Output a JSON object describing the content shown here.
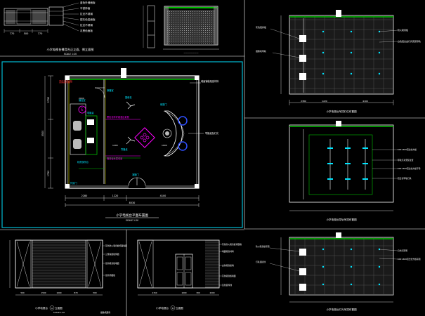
{
  "colors": {
    "background": "#000000",
    "line": "#ffffff",
    "frame": "#00bcd4",
    "green": "#00c000",
    "yellow": "#e6e600",
    "magenta": "#ff00ff",
    "cyan": "#00e5ff",
    "red": "#ff3030",
    "blue": "#3050ff",
    "grey": "#8a8a8a"
  },
  "podium": {
    "title": "小学电视台播音台正立面、侧立面图",
    "scale": "SCALE  1:20",
    "labels": [
      "蓝色外墙面板",
      "平铁饰面",
      "拉丝不锈钢",
      "银灰色铝面板",
      "拉丝不锈钢",
      "灰黑色面板"
    ],
    "dims": [
      "770",
      "500",
      "770"
    ]
  },
  "plan": {
    "title": "小学电视台平面布置图",
    "scale": "SCALE  1:20",
    "notes_top_left": "墨色挂墙面板",
    "notes_top_right": "墙面铺装吸音材料",
    "room_labels": [
      "演播室",
      "播控室",
      "摄像机",
      "外景门",
      "电脑桌",
      "机房操作台",
      "导播桌",
      "演播门",
      "侧幕门"
    ],
    "notes_mid": [
      "黑色化学纤维漫反射层",
      "隔音板夹层墙面"
    ],
    "note_right": "导播桌及灯光",
    "dims_bottom": [
      "2280",
      "1220",
      "4100"
    ],
    "dim_total": "8530",
    "dims_left": [
      "2750",
      "5500",
      "1750"
    ],
    "dims_inner": [
      "2000",
      "1200",
      "1000"
    ]
  },
  "ceiling1": {
    "title": "小学电视台吊顶灯位布置图",
    "labels_left": [
      "灰色铝扣板",
      "摄像机导轨"
    ],
    "labels_right": [
      "防火吸音板",
      "白色铝合金灯具安装导轨"
    ],
    "dims": [
      "2380",
      "1220",
      "4100"
    ]
  },
  "ceiling2": {
    "title": "小学电视台导轨吊顶布置图",
    "labels_right": [
      "600×600铝合金方板",
      "导轨灯具安装位置",
      "600×600铝合金方板平吊",
      "铝合金导轨灯具"
    ]
  },
  "ceiling3": {
    "title": "小学电视台灯光吊顶布置图",
    "labels_left": [
      "防火吸音板吊顶",
      "灯具连接线"
    ],
    "labels_right": [
      "日光灯照明",
      "600×600铝合金方板吊顶"
    ]
  },
  "elev_a": {
    "title": "小学电视台",
    "badge": "A",
    "suffix": "立面图",
    "scale": "SCALE  1:20",
    "labels": [
      "灰色防火吸音板饰面墙面",
      "三聚氰胺板饰面",
      "蓝色吸音板墙面",
      "蓝色饰面板"
    ],
    "dims": [
      "500",
      "1500",
      "1000",
      "870",
      "500"
    ]
  },
  "elev_b": {
    "title": "小学电视台",
    "badge": "B",
    "suffix": "立面图",
    "labels": [
      "灰色防火吸音板饰面墙",
      "墙面吸音材料",
      "白色吸音板墙",
      "灰色吸音板墙面",
      "蓝色装饰线"
    ],
    "dims": [
      "2150",
      "1000",
      "300",
      "2200"
    ]
  },
  "bottom_label": "摄像机图例"
}
